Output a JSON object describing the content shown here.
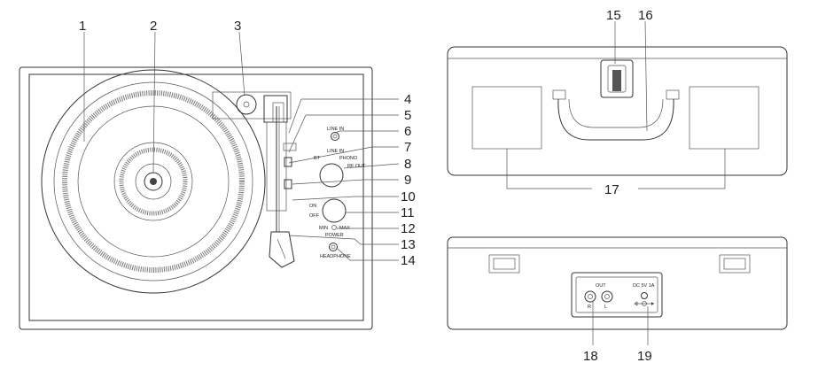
{
  "callouts": {
    "c1": "1",
    "c2": "2",
    "c3": "3",
    "c4": "4",
    "c5": "5",
    "c6": "6",
    "c7": "7",
    "c8": "8",
    "c9": "9",
    "c10": "10",
    "c11": "11",
    "c12": "12",
    "c13": "13",
    "c14": "14",
    "c15": "15",
    "c16": "16",
    "c17": "17",
    "c18": "18",
    "c19": "19"
  },
  "panel_labels": {
    "line_in": "LINE IN",
    "line_in_2": "LINE IN",
    "bt": "BT",
    "phono": "PHONO",
    "rf_out": "RF OUT",
    "on": "ON",
    "off": "OFF",
    "min": "MIN",
    "max": "MAX",
    "power": "POWER",
    "headphone": "HEADPHONE",
    "out": "OUT",
    "r": "R",
    "l": "L",
    "dc": "DC 5V 1A"
  },
  "colors": {
    "stroke": "#333333",
    "background": "#ffffff",
    "speaker_mesh": "#888888"
  }
}
